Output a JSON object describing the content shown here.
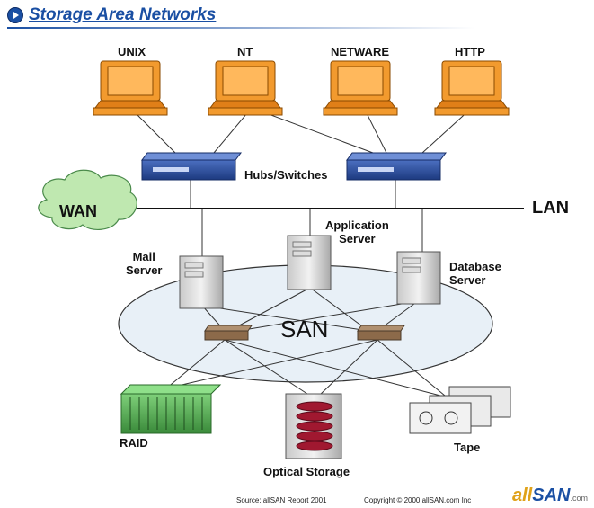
{
  "title": "Storage Area Networks",
  "terminals": [
    "UNIX",
    "NT",
    "NETWARE",
    "HTTP"
  ],
  "labels": {
    "hubs_switches": "Hubs/Switches",
    "lan": "LAN",
    "wan": "WAN",
    "san": "SAN",
    "mail_server": "Mail\nServer",
    "application_server": "Application\nServer",
    "database_server": "Database\nServer",
    "raid": "RAID",
    "optical_storage": "Optical Storage",
    "tape": "Tape"
  },
  "footer": {
    "source": "Source: allSAN Report 2001",
    "copyright": "Copyright © 2000 allSAN.com Inc",
    "logo_all": "all",
    "logo_san": "SAN",
    "logo_suffix": ".com"
  },
  "colors": {
    "title_blue": "#1a4fa3",
    "monitor_orange": "#f29a2e",
    "switch_blue": "#2d4fa0",
    "wan_green": "#bfe8b0",
    "san_fill": "#e8f0f7"
  }
}
